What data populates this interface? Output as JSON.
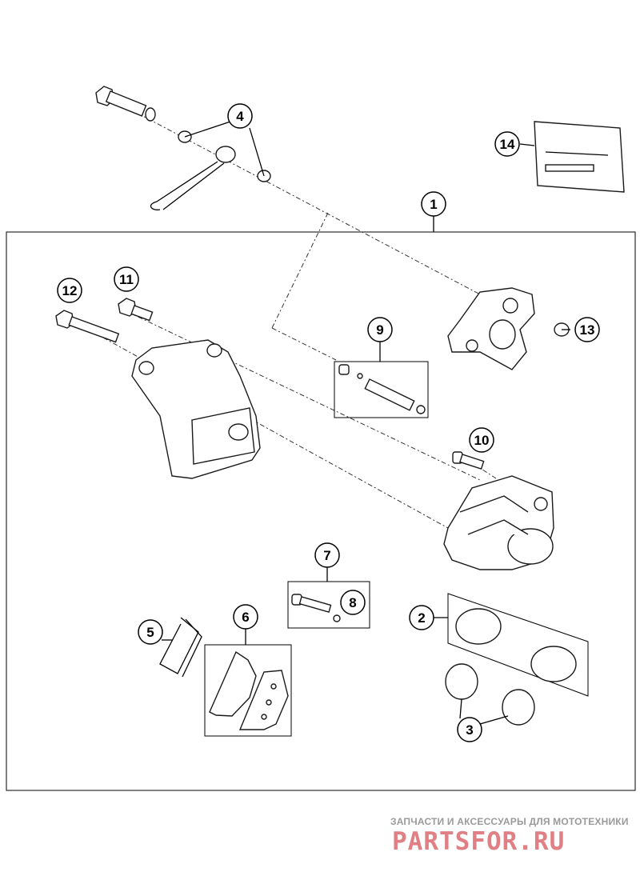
{
  "callouts": {
    "c1": "1",
    "c2": "2",
    "c3": "3",
    "c4": "4",
    "c5": "5",
    "c6": "6",
    "c7": "7",
    "c8": "8",
    "c9": "9",
    "c10": "10",
    "c11": "11",
    "c12": "12",
    "c13": "13",
    "c14": "14"
  },
  "watermark": {
    "tagline": "ЗАПЧАСТИ И АКСЕССУАРЫ ДЛЯ МОТОТЕХНИКИ",
    "logo_text": "PARTSFOR.RU",
    "logo_color": "#e07f84"
  },
  "colors": {
    "line": "#1a1a1a",
    "background": "#ffffff"
  }
}
